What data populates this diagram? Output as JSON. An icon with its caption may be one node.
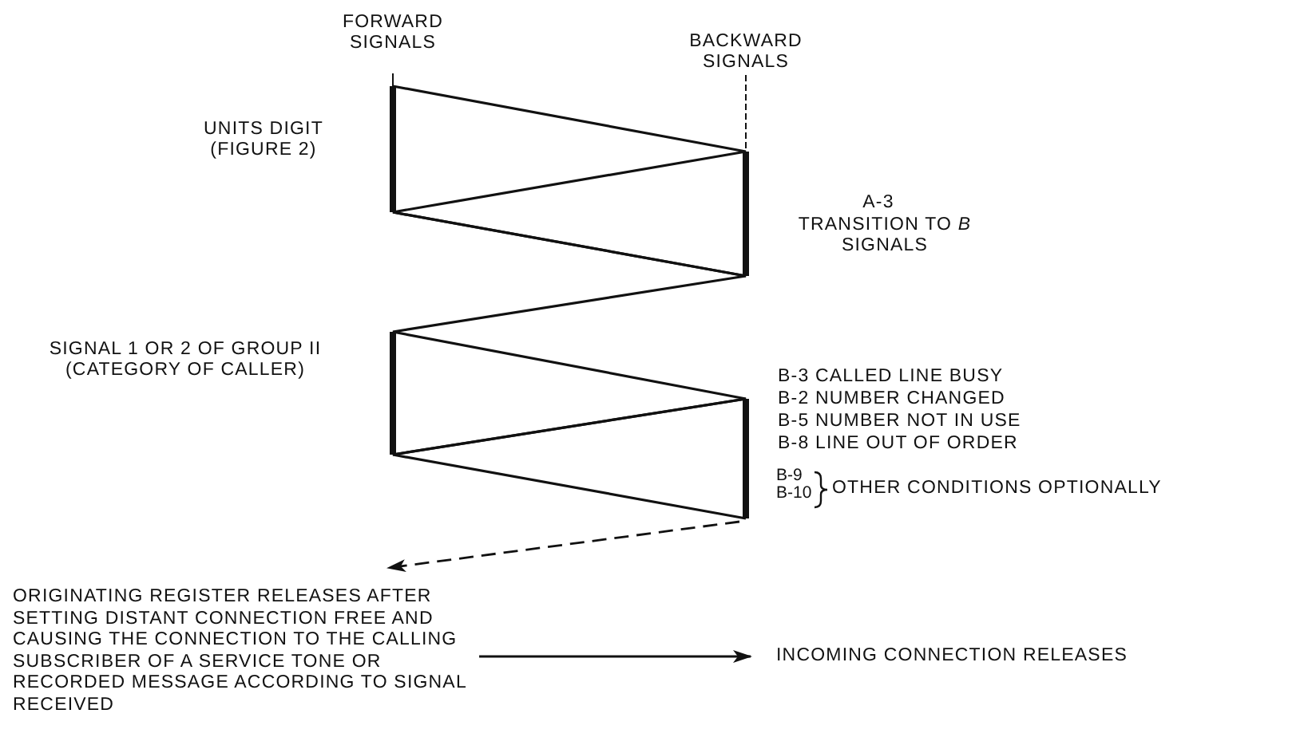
{
  "diagram": {
    "nodes": [
      {
        "text": [
          "ORIGINATING REGISTER RELEASES AFTER SETTING DISTANT CONNECTION FREE AND CAUSING THE CONNECTION TO THE CALLING SUBSCRIBER OF A SERVICE TONE OR RECORDED MESSAGE ACCORDING TO SIGNAL RECEIVED"
        ]
      },
      {
        "text": [
          "INCOMING CONNECTION RELEASES"
        ]
      }
    ],
    "edges": [
      {
        "from": null,
        "to": 0,
        "arrow": "to",
        "style": "dashed"
      },
      {
        "from": 0,
        "to": 1,
        "arrow": "to"
      }
    ],
    "labels": [
      "FORWARD SIGNALS",
      "BACKWARD SIGNALS",
      "UNITS DIGIT (FIGURE 2)",
      "A-3",
      "TRANSITION TO *B* SIGNALS",
      "SIGNAL 1 OR 2 OF GROUP II (CATEGORY OF CALLER)",
      "B-3 CALLED LINE BUSY",
      "B-2 NUMBER CHANGED",
      "B-5 NUMBER NOT IN USE",
      "B-8 LINE OUT OF ORDER",
      "B-9",
      "B-10",
      "OTHER CONDITIONS OPTIONALLY"
    ]
  }
}
